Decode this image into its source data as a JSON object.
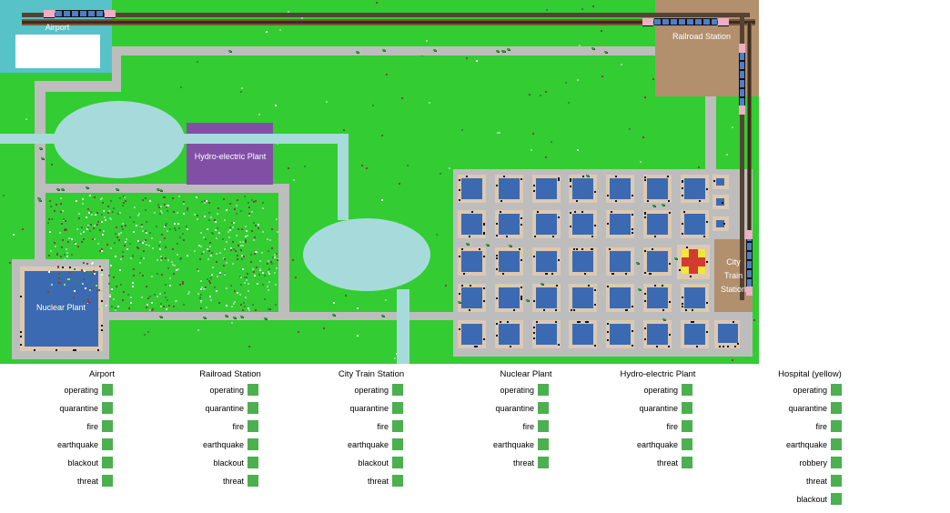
{
  "map": {
    "airport": {
      "label": "Airport"
    },
    "railroad_station": {
      "label": "Railroad Station"
    },
    "city_train_station": {
      "label": "City Train Station",
      "lines": [
        "City",
        "Train",
        "Station"
      ]
    },
    "nuclear_plant": {
      "label": "Nuclear Plant"
    },
    "hydro_plant": {
      "label": "Hydro-electric Plant"
    },
    "hospital": {
      "symbol": "red-cross"
    },
    "colors": {
      "grass": "#33cc33",
      "road": "#bdbdbd",
      "water": "#a7dbdb",
      "airport_teal": "#58c2c9",
      "runway_white": "#ffffff",
      "station_tan": "#b28f6d",
      "plot_beige": "#ddc9b2",
      "building_blue": "#3b6ab2",
      "hydro_purple": "#8150a5",
      "track_brown_dark": "#564233",
      "track_brown_light": "#77573a",
      "train_pink": "#eeaec4",
      "train_blue": "#4d7ec8",
      "hospital_yellow": "#f2e63d",
      "hospital_red": "#d23b2e",
      "speckle_brown": "#7a4a3a",
      "speckle_light_green": "#8fe08f",
      "speckle_white": "#e8f7e8",
      "speckle_dark_green": "#2f8f2f",
      "bush_green": "#3f9b3f",
      "bush_dark": "#2a6b2a",
      "dot_black": "#111111"
    }
  },
  "panel": {
    "indicator_color": "#4caf50",
    "columns": [
      {
        "title": "Airport",
        "items": [
          "operating",
          "quarantine",
          "fire",
          "earthquake",
          "blackout",
          "threat"
        ]
      },
      {
        "title": "Railroad Station",
        "items": [
          "operating",
          "quarantine",
          "fire",
          "earthquake",
          "blackout",
          "threat"
        ]
      },
      {
        "title": "City Train Station",
        "items": [
          "operating",
          "quarantine",
          "fire",
          "earthquake",
          "blackout",
          "threat"
        ]
      },
      {
        "title": "Nuclear Plant",
        "items": [
          "operating",
          "quarantine",
          "fire",
          "earthquake",
          "threat"
        ]
      },
      {
        "title": "Hydro-electric Plant",
        "items": [
          "operating",
          "quarantine",
          "fire",
          "earthquake",
          "threat"
        ]
      },
      {
        "title": "Hospital (yellow)",
        "items": [
          "operating",
          "quarantine",
          "fire",
          "earthquake",
          "robbery",
          "threat",
          "blackout"
        ]
      }
    ]
  }
}
